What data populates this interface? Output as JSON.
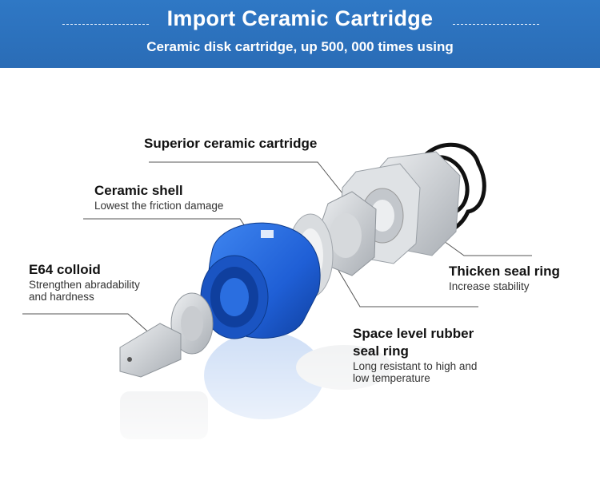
{
  "header": {
    "title": "Import Ceramic Cartridge",
    "subtitle": "Ceramic disk cartridge, up 500, 000 times using"
  },
  "callouts": {
    "superior": {
      "title": "Superior ceramic cartridge"
    },
    "shell": {
      "title": "Ceramic shell",
      "desc": "Lowest the friction damage"
    },
    "colloid": {
      "title": "E64 colloid",
      "desc_line1": "Strengthen abradability",
      "desc_line2": "and hardness"
    },
    "thicken": {
      "title": "Thicken seal ring",
      "desc": "Increase stability"
    },
    "rubber": {
      "title_line1": "Space level rubber",
      "title_line2": "seal ring",
      "desc_line1": "Long resistant to high and",
      "desc_line2": "low temperature"
    }
  },
  "colors": {
    "banner": "#2a6cb6",
    "cartridge_blue": "#1f5fd6",
    "part_gray": "#cfd2d6",
    "seal_black": "#111111"
  },
  "icons": [
    "exploded-cartridge-illustration"
  ]
}
